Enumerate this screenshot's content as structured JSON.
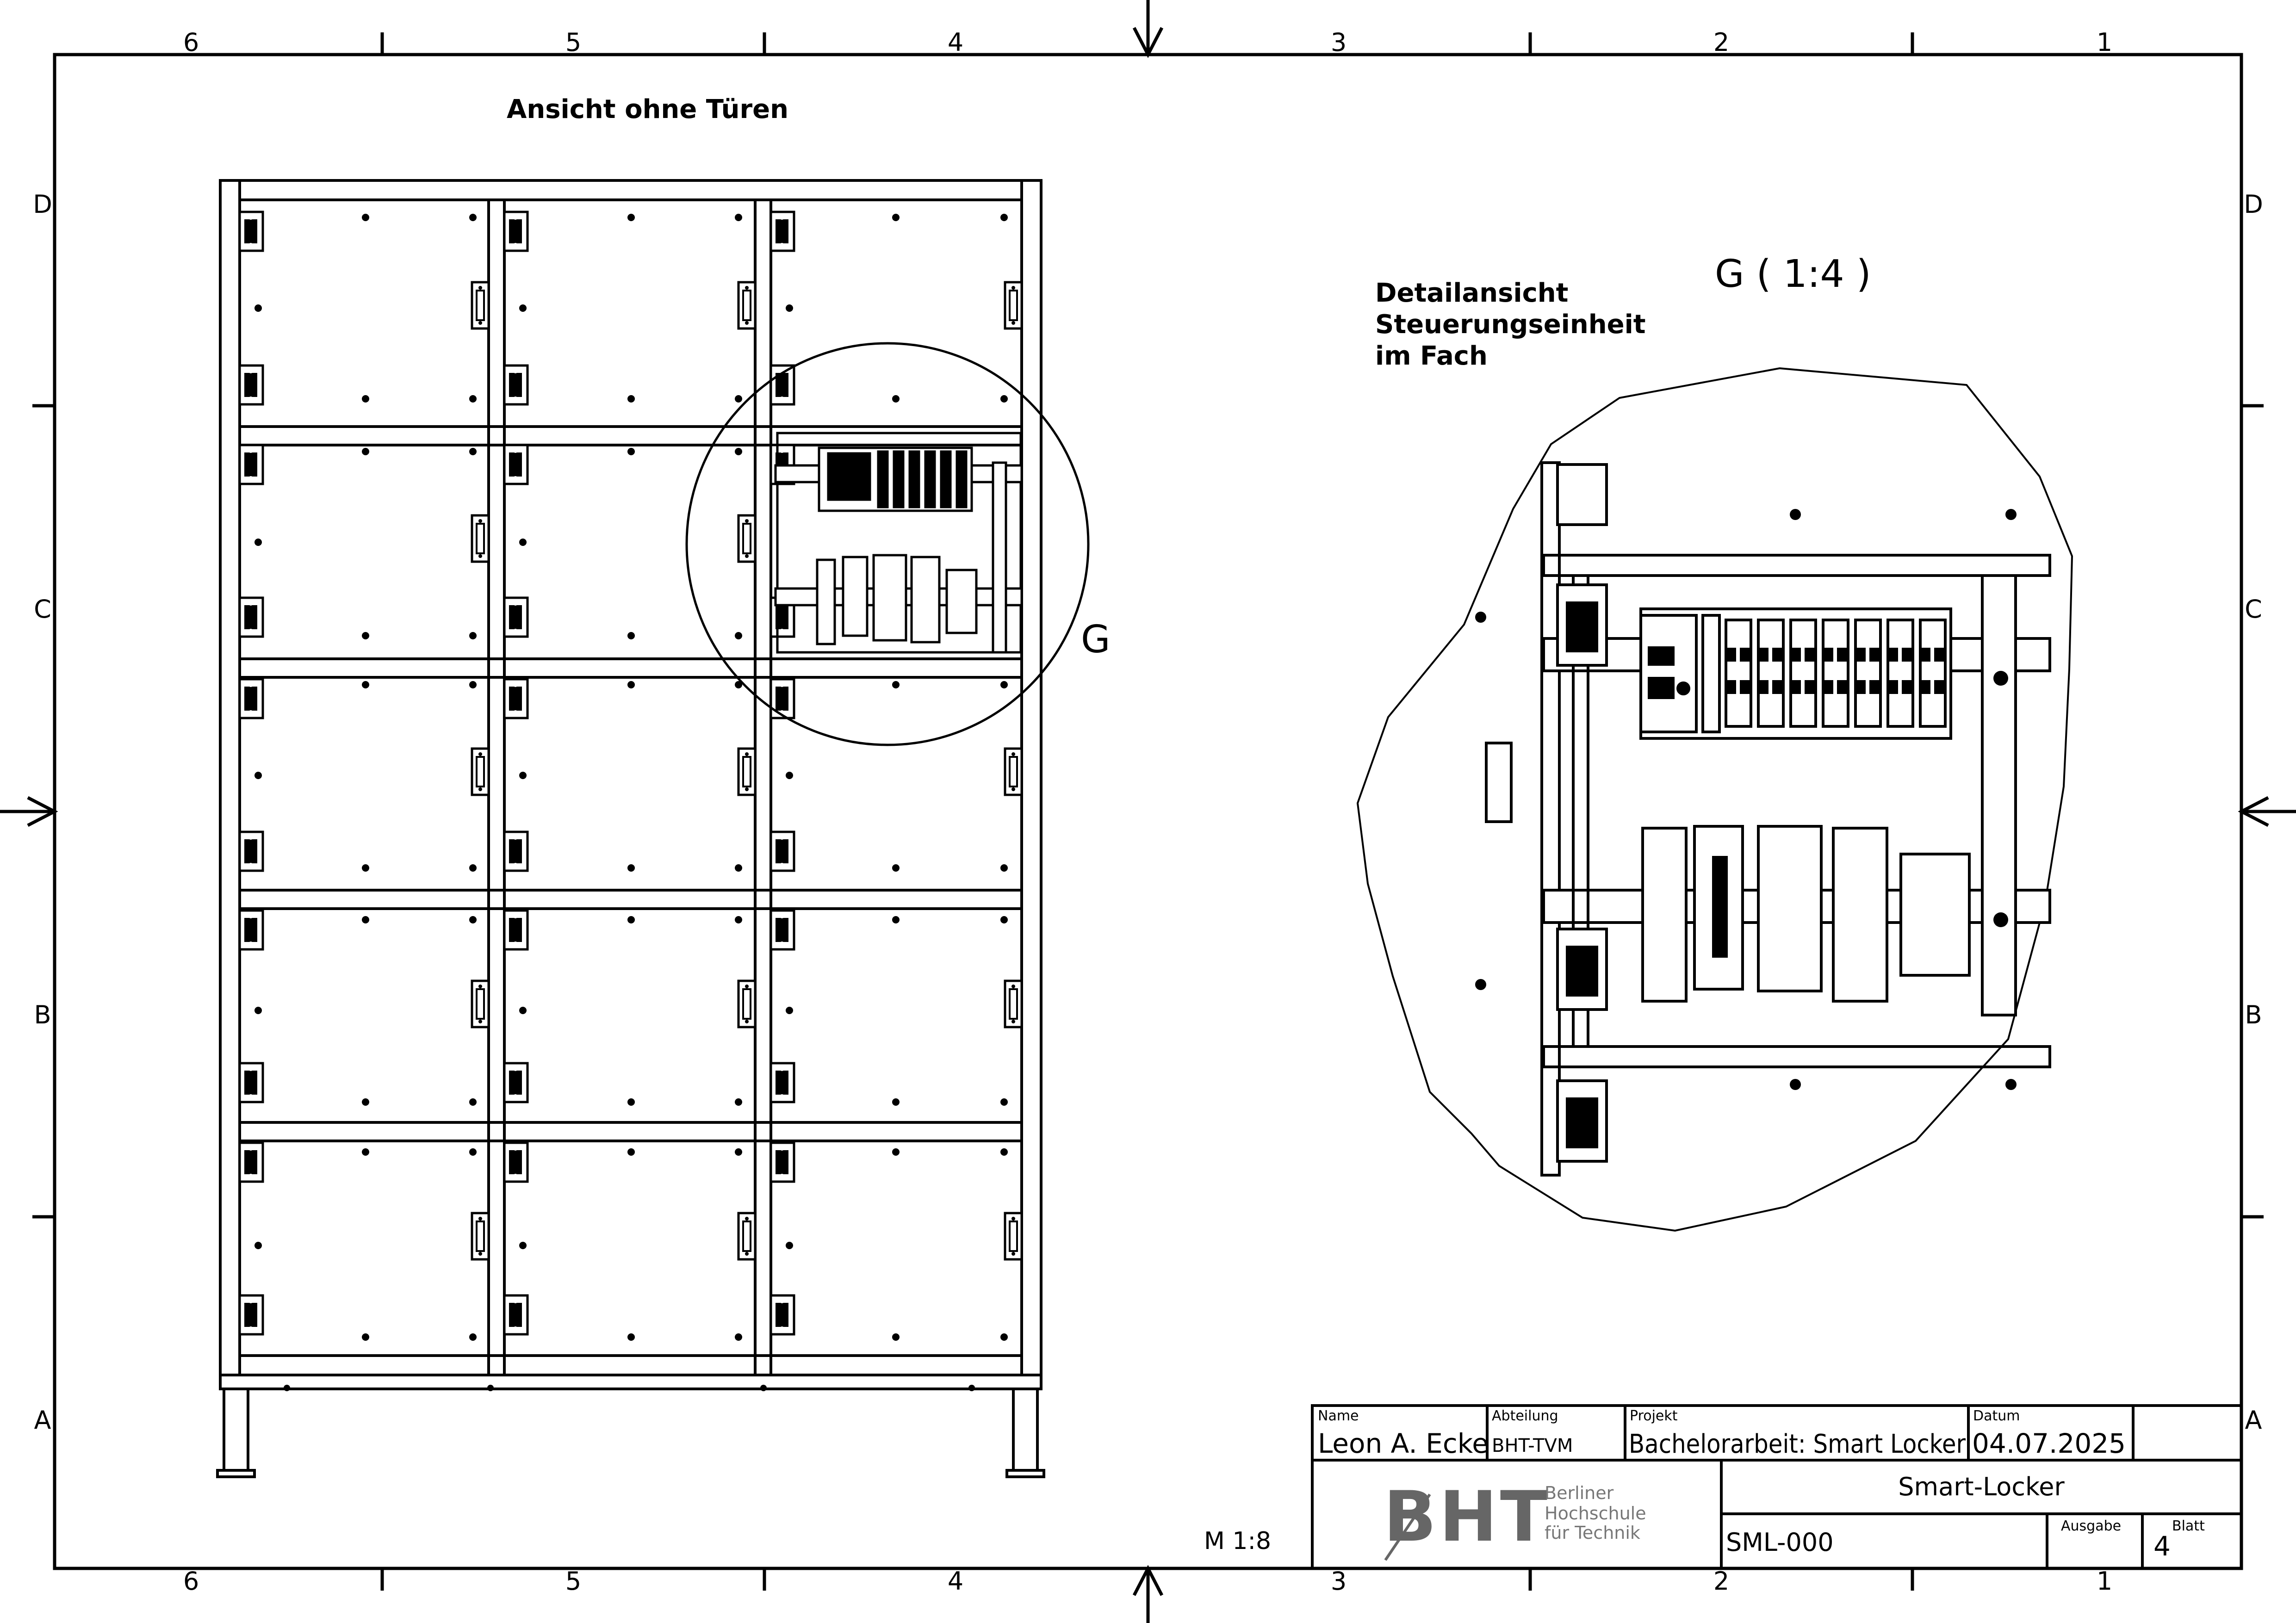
{
  "frame": {
    "columns": [
      "6",
      "5",
      "4",
      "3",
      "2",
      "1"
    ],
    "rows": [
      "D",
      "C",
      "B",
      "A"
    ]
  },
  "views": {
    "main_title": "Ansicht ohne Türen",
    "detail_title": [
      "Detailansicht",
      "Steuerungseinheit",
      "im Fach"
    ],
    "detail_label": "G ( 1:4 )",
    "detail_marker": "G",
    "scale": "M 1:8"
  },
  "title_block": {
    "name_label": "Name",
    "name_value": "Leon A. Ecke",
    "department_label": "Abteilung",
    "department_value": "BHT-TVM",
    "project_label": "Projekt",
    "project_value": "Bachelorarbeit: Smart Locker",
    "date_label": "Datum",
    "date_value": "04.07.2025",
    "logo_text": "BHT",
    "logo_lines": [
      "Berliner",
      "Hochschule",
      "für Technik"
    ],
    "drawing_title": "Smart-Locker",
    "drawing_number": "SML-000",
    "issue_label": "Ausgabe",
    "sheet_label": "Blatt",
    "sheet_value": "4"
  }
}
